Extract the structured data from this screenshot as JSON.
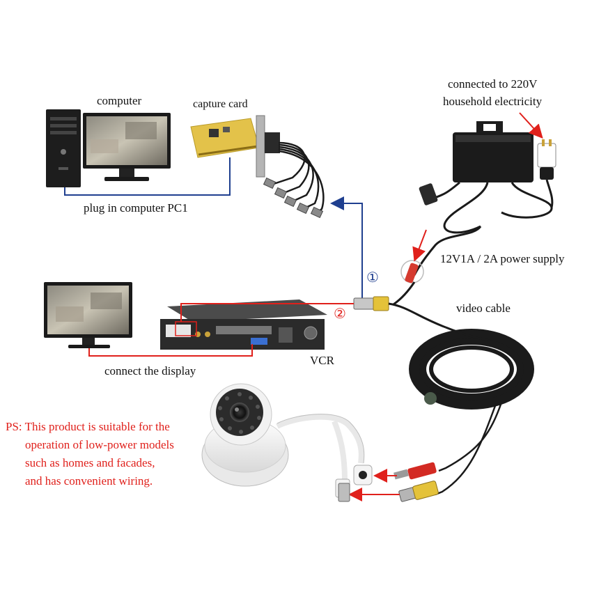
{
  "labels": {
    "computer": "computer",
    "capture_card": "capture card",
    "plug_in_pc": "plug in computer PC1",
    "power_line1": "connected to 220V",
    "power_line2": "household electricity",
    "power_supply": "12V1A / 2A power supply",
    "video_cable": "video cable",
    "connect_display": "connect the display",
    "vcr": "VCR",
    "step1": "①",
    "step2": "②"
  },
  "note": {
    "line1": "PS: This product is suitable for the",
    "line2": "operation of low-power models",
    "line3": "such as homes and facades,",
    "line4": "and has convenient wiring."
  },
  "colors": {
    "blue_line": "#1f3f8f",
    "red_line": "#e0201b",
    "cable": "#1a1a1a"
  }
}
